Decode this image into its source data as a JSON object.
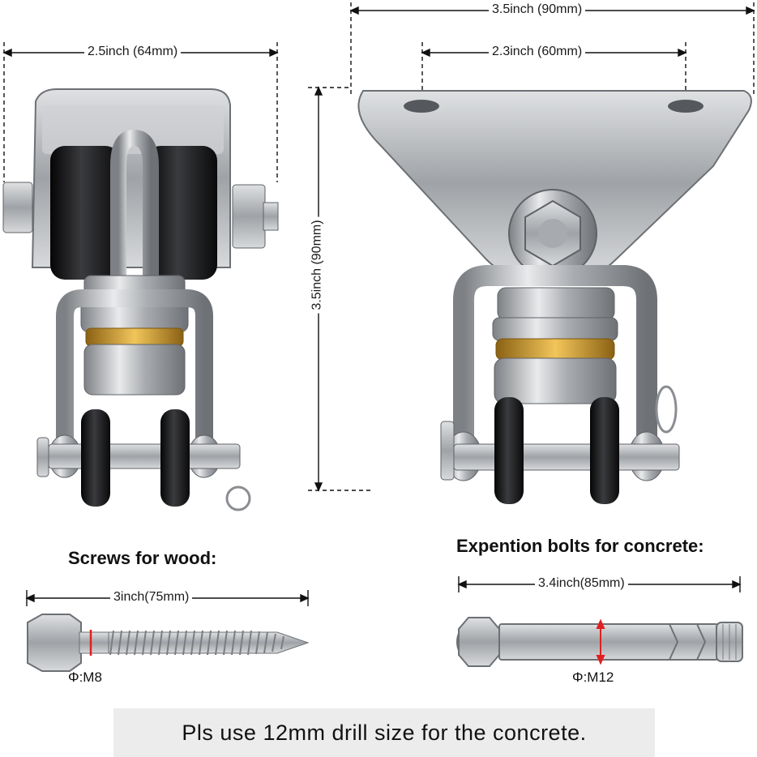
{
  "dimensions": {
    "left_width": "2.5inch (64mm)",
    "right_width": "3.5inch (90mm)",
    "right_hole_spacing": "2.3inch (60mm)",
    "height": "3.5inch (90mm)",
    "screw_length": "3inch(75mm)",
    "bolt_length": "3.4inch(85mm)"
  },
  "captions": {
    "wood": "Screws for wood:",
    "concrete": "Expention bolts for concrete:"
  },
  "diameters": {
    "screw": "Φ:M8",
    "bolt": "Φ:M12"
  },
  "banner": "Pls use 12mm drill size for the concrete.",
  "colors": {
    "metal": "#b9bcc0",
    "roller": "#1c1c1e",
    "brass": "#c89a2a",
    "marker": "#e02020"
  }
}
